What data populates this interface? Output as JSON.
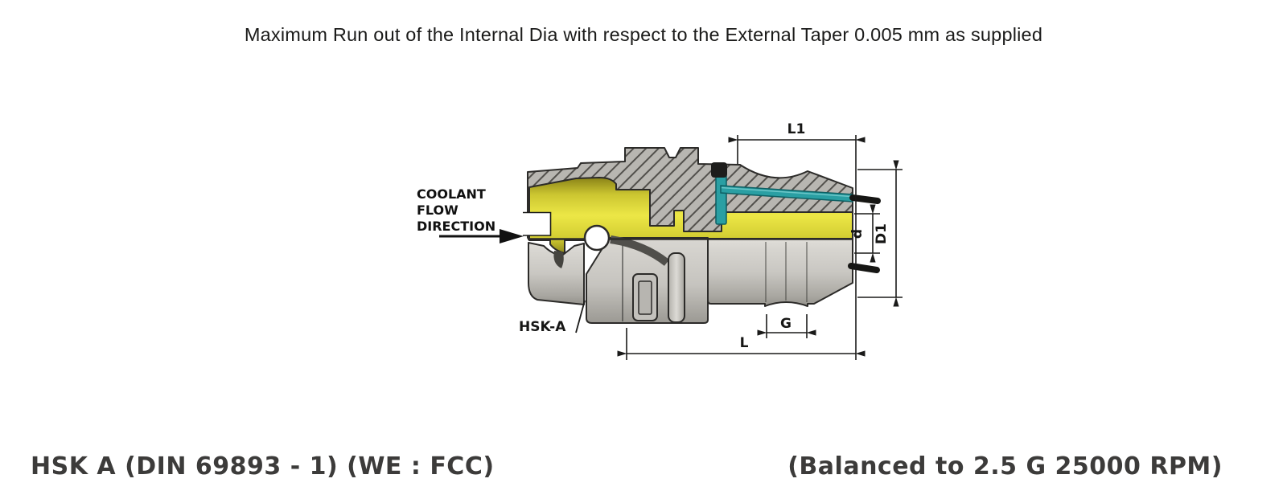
{
  "title": "Maximum Run out of the Internal Dia with respect to the External Taper 0.005 mm as supplied",
  "footer": {
    "left": "HSK A (DIN 69893 - 1) (WE : FCC)",
    "right": "(Balanced to 2.5 G 25000 RPM)"
  },
  "diagram": {
    "coolant_label": {
      "line1": "COOLANT",
      "line2": "FLOW",
      "line3": "DIRECTION"
    },
    "shank_label": "HSK-A",
    "dims": {
      "l1": "L1",
      "d": "d",
      "d1": "D1",
      "g": "G",
      "l": "L"
    },
    "colors": {
      "bore_yellow": "#e9e345",
      "coolant_teal": "#2a9fa3",
      "body_gray": "#c9c7c2",
      "hatch_fill": "#b8b6b1",
      "outline": "#2c2b29",
      "text_dark": "#1b1b1a"
    }
  }
}
